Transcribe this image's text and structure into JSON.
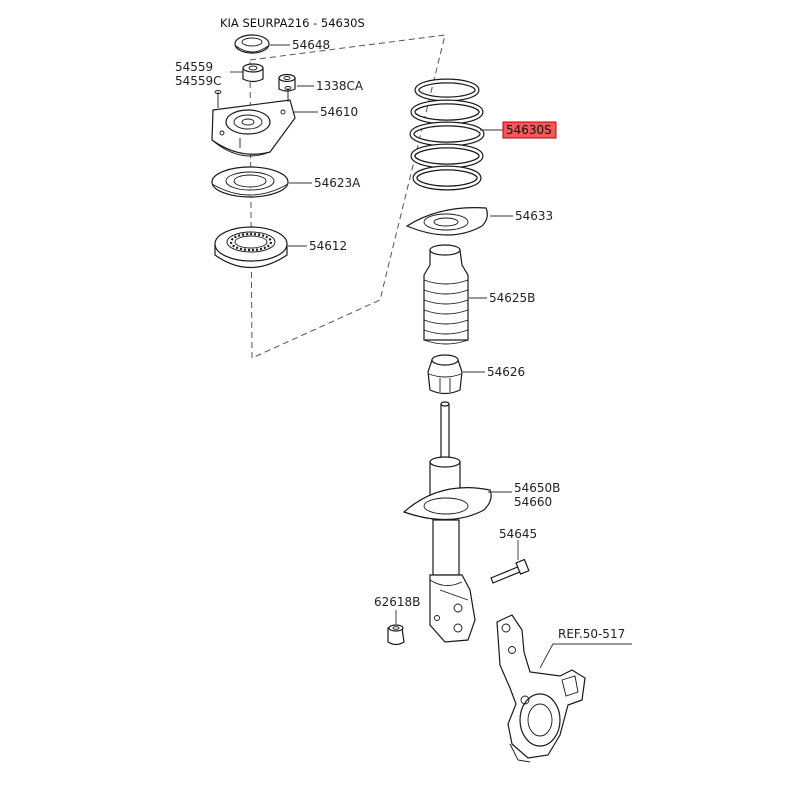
{
  "title": "KIA SEURPA216 - 54630S",
  "highlight_color": "#f25a5a",
  "labels": {
    "p54648": "54648",
    "p54559": "54559",
    "p54559c": "54559C",
    "p1338ca": "1338CA",
    "p54610": "54610",
    "p54623a": "54623A",
    "p54612": "54612",
    "p54630s": "54630S",
    "p54633": "54633",
    "p54625b": "54625B",
    "p54626": "54626",
    "p54650b": "54650B",
    "p54660": "54660",
    "p54645": "54645",
    "p62618b": "62618B",
    "ref": "REF.50-517"
  }
}
